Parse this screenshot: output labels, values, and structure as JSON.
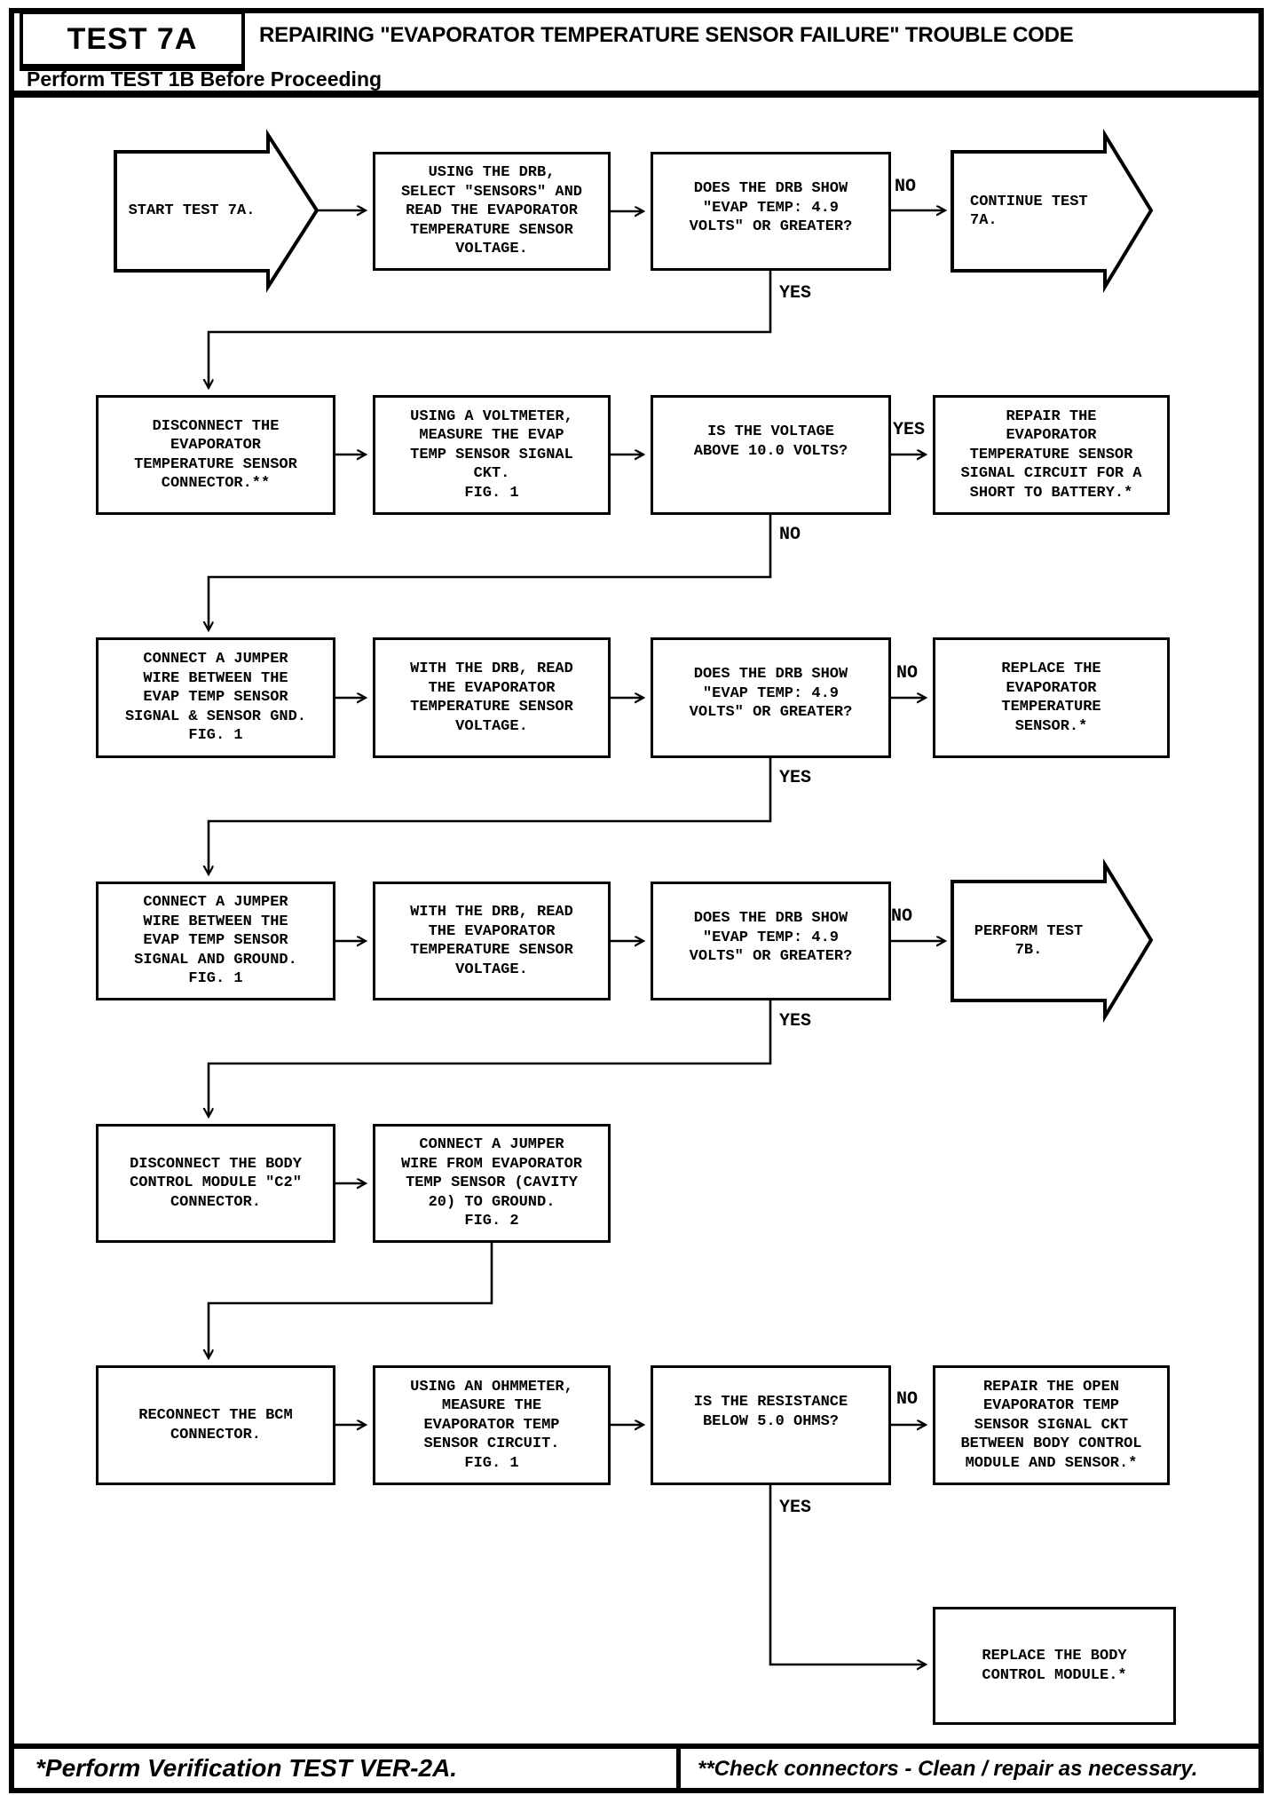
{
  "header": {
    "test_label": "TEST 7A",
    "title": "REPAIRING \"EVAPORATOR TEMPERATURE SENSOR FAILURE\" TROUBLE CODE",
    "subtitle": "Perform TEST 1B Before Proceeding"
  },
  "footer": {
    "left_note": "*Perform Verification TEST VER-2A.",
    "right_note": "**Check connectors - Clean / repair as necessary."
  },
  "colors": {
    "ink": "#000000",
    "paper": "#ffffff"
  },
  "flow": {
    "labels": {
      "yes": "YES",
      "no": "NO"
    },
    "nodes": {
      "start": "START TEST 7A.",
      "drb_read1": "USING THE DRB,\nSELECT \"SENSORS\" AND\nREAD THE EVAPORATOR\nTEMPERATURE SENSOR\nVOLTAGE.",
      "q_evap1": "DOES THE DRB SHOW\n\"EVAP TEMP: 4.9\nVOLTS\" OR GREATER?",
      "continue_7a": "CONTINUE TEST\n7A.",
      "disc_sensor": "DISCONNECT THE\nEVAPORATOR\nTEMPERATURE SENSOR\nCONNECTOR.**",
      "voltmeter": "USING A VOLTMETER,\nMEASURE THE EVAP\nTEMP SENSOR SIGNAL\nCKT.\nFIG. 1",
      "q_volt10": "IS THE VOLTAGE\nABOVE 10.0 VOLTS?",
      "repair_short": "REPAIR THE\nEVAPORATOR\nTEMPERATURE SENSOR\nSIGNAL CIRCUIT FOR A\nSHORT TO BATTERY.*",
      "jumper_gnd1": "CONNECT A JUMPER\nWIRE BETWEEN THE\nEVAP TEMP SENSOR\nSIGNAL & SENSOR GND.\nFIG. 1",
      "drb_read2": "WITH THE DRB, READ\nTHE EVAPORATOR\nTEMPERATURE SENSOR\nVOLTAGE.",
      "q_evap2": "DOES THE DRB SHOW\n\"EVAP TEMP: 4.9\nVOLTS\" OR GREATER?",
      "replace_sensor": "REPLACE THE\nEVAPORATOR\nTEMPERATURE\nSENSOR.*",
      "jumper_gnd2": "CONNECT A JUMPER\nWIRE BETWEEN THE\nEVAP TEMP SENSOR\nSIGNAL AND GROUND.\nFIG. 1",
      "drb_read3": "WITH THE DRB, READ\nTHE EVAPORATOR\nTEMPERATURE SENSOR\nVOLTAGE.",
      "q_evap3": "DOES THE DRB SHOW\n\"EVAP TEMP: 4.9\nVOLTS\" OR GREATER?",
      "perform_7b": "PERFORM TEST\n7B.",
      "disc_bcm": "DISCONNECT THE BODY\nCONTROL MODULE \"C2\"\nCONNECTOR.",
      "jumper_cav20": "CONNECT A JUMPER\nWIRE FROM EVAPORATOR\nTEMP SENSOR (CAVITY\n20) TO GROUND.\nFIG. 2",
      "reconn_bcm": "RECONNECT THE BCM\nCONNECTOR.",
      "ohmmeter": "USING AN OHMMETER,\nMEASURE THE\nEVAPORATOR TEMP\nSENSOR CIRCUIT.\nFIG. 1",
      "q_res5": "IS THE RESISTANCE\nBELOW 5.0 OHMS?",
      "repair_open": "REPAIR THE OPEN\nEVAPORATOR TEMP\nSENSOR SIGNAL CKT\nBETWEEN BODY CONTROL\nMODULE AND SENSOR.*",
      "replace_bcm": "REPLACE THE BODY\nCONTROL MODULE.*"
    }
  }
}
